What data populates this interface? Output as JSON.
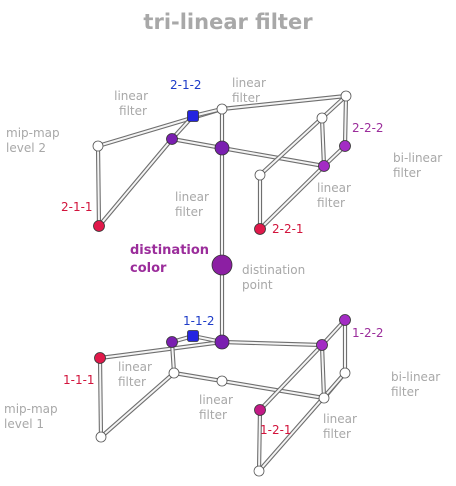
{
  "title": "tri-linear filter",
  "labels": {
    "linear_top_left": [
      "linear",
      "filter"
    ],
    "linear_top_right": [
      "linear",
      "filter"
    ],
    "linear_center": [
      "linear",
      "filter"
    ],
    "linear_top_front": [
      "linear",
      "filter"
    ],
    "mipmap_level2": [
      "mip-map",
      "level 2"
    ],
    "bilinear_top": [
      "bi-linear",
      "filter"
    ],
    "destination_color": [
      "distination",
      "color"
    ],
    "destination_point": [
      "distination",
      "point"
    ],
    "linear_bottom_left": [
      "linear",
      "filter"
    ],
    "linear_bottom_center": [
      "linear",
      "filter"
    ],
    "linear_bottom_right": [
      "linear",
      "filter"
    ],
    "mipmap_level1": [
      "mip-map",
      "level 1"
    ],
    "bilinear_bottom": [
      "bi-linear",
      "filter"
    ]
  },
  "coords": {
    "t212": "2-1-2",
    "t222": "2-2-2",
    "t211": "2-1-1",
    "t221": "2-2-1",
    "b112": "1-1-2",
    "b122": "1-2-2",
    "b111": "1-1-1",
    "b121": "1-2-1"
  },
  "colors": {
    "red": "#e0194a",
    "blue": "#2424e0",
    "purple": "#7a1fb0",
    "violet": "#a32cc4",
    "magenta": "#c21a86",
    "dest": "#8c1fa3",
    "white_node": "#ffffff",
    "label_gray": "#a8a8a8",
    "label_red": "#d2143c",
    "label_blue": "#1e3cc8",
    "label_purple": "#9b2d9b"
  }
}
